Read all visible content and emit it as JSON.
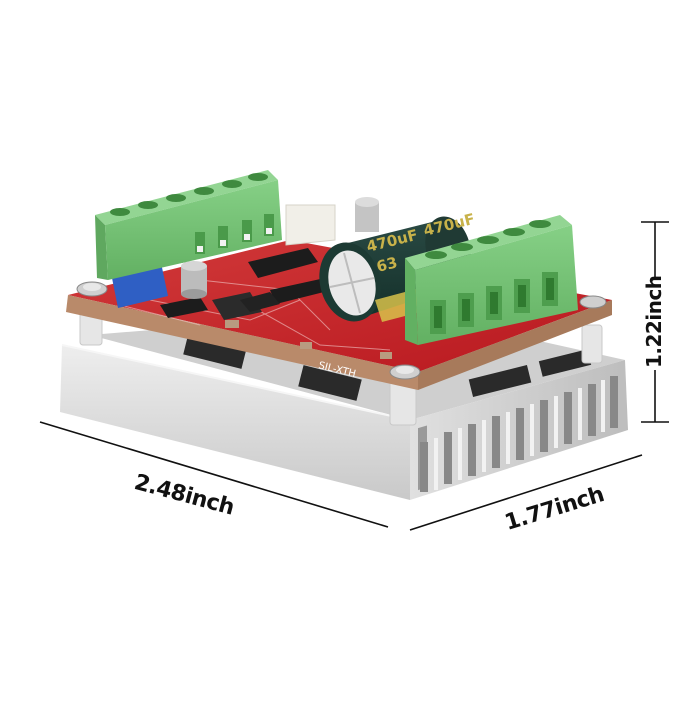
{
  "image": {
    "subject": "Brushless DC motor driver board with aluminum heatsink",
    "background_color": "#ffffff"
  },
  "dimensions": {
    "length": "2.48inch",
    "width": "1.77inch",
    "height": "1.22inch"
  },
  "components": {
    "capacitor": {
      "label_capacitance": "470uF",
      "label_voltage": "63",
      "label_repeat": "470uF"
    },
    "terminal_block_left": {
      "pins": 6,
      "color": "#6fbf6a"
    },
    "terminal_block_right": {
      "pins": 5,
      "color": "#7cc77a"
    },
    "pcb_color": "#c8202a",
    "heatsink_color": "#d8d8d8",
    "potentiometer_color": "#2f5fc4"
  },
  "colors": {
    "pcb": "#c8202a",
    "terminal_green": "#74c274",
    "heatsink": "#d9dadb",
    "capacitor_body": "#1e3b35",
    "capacitor_text": "#d8c24a",
    "dimension_line": "#111111"
  }
}
